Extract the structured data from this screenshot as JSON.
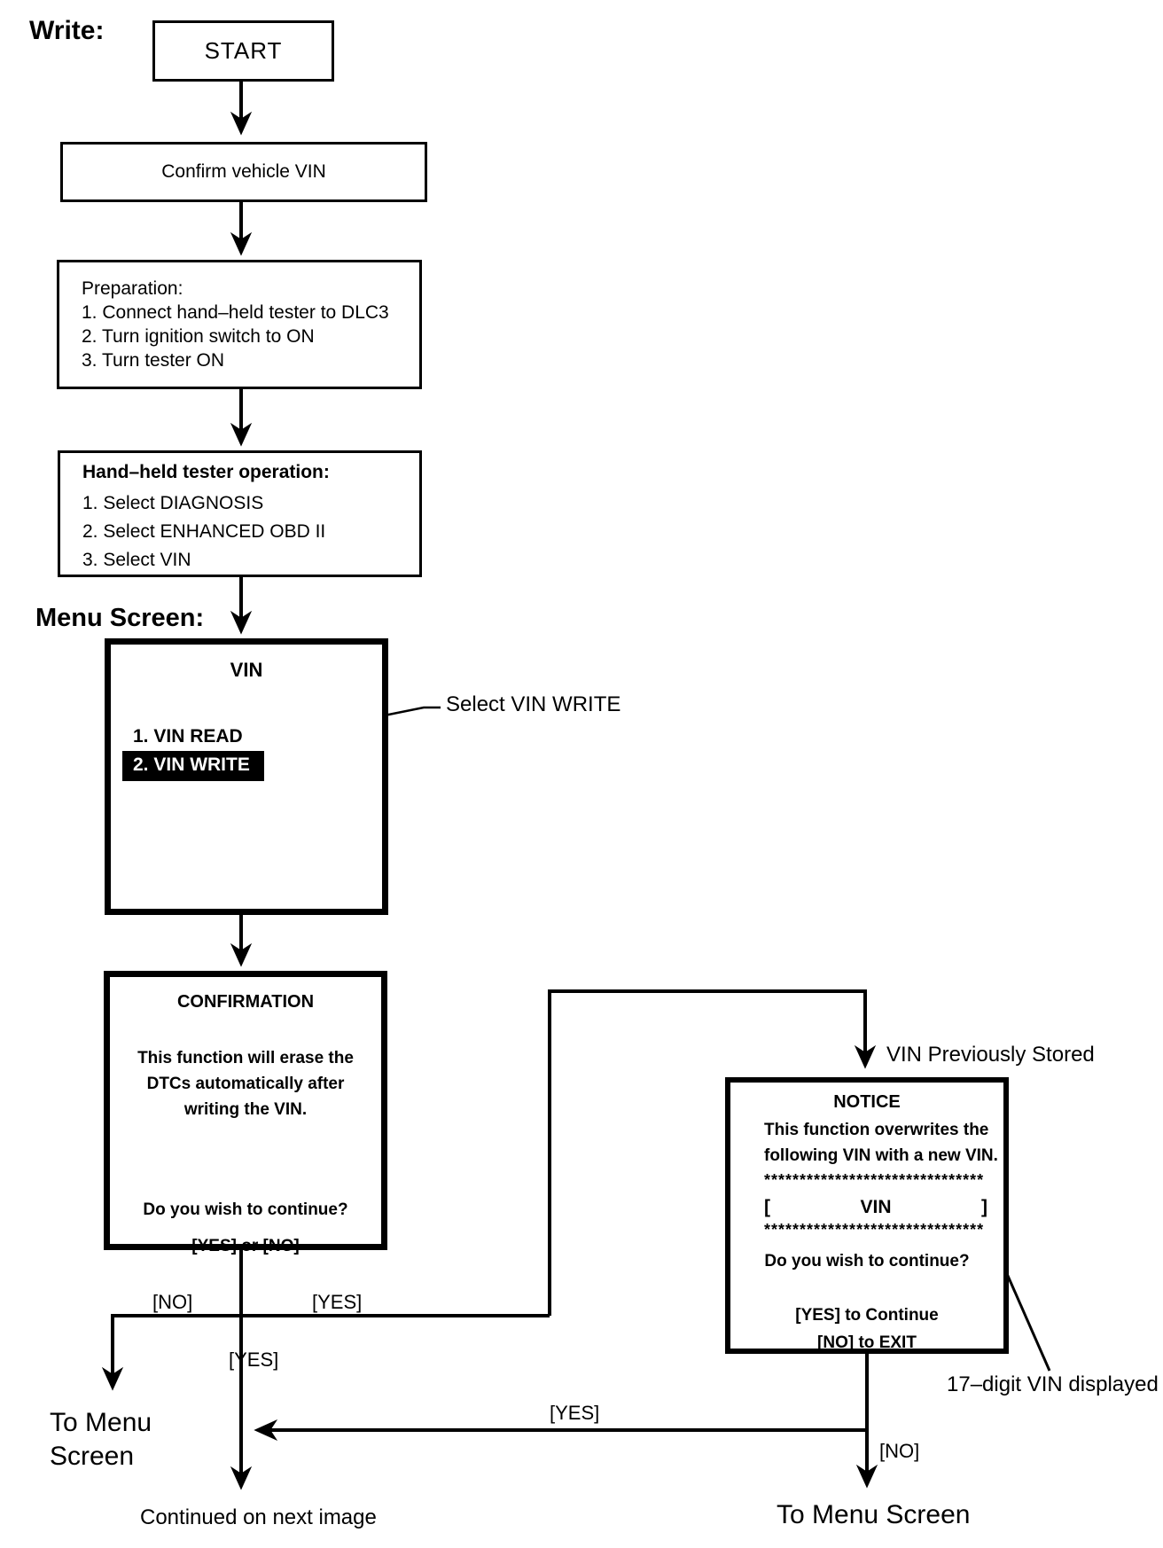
{
  "page": {
    "write_label": "Write:",
    "menu_screen_label": "Menu Screen:"
  },
  "boxes": {
    "start": {
      "label": "START"
    },
    "confirm_vin": {
      "label": "Confirm vehicle VIN"
    },
    "preparation": {
      "title": "Preparation:",
      "steps": [
        "1. Connect hand–held tester to DLC3",
        "2. Turn ignition switch to ON",
        "3. Turn tester ON"
      ]
    },
    "tester_operation": {
      "title": "Hand–held tester operation:",
      "steps": [
        "1. Select DIAGNOSIS",
        "2. Select ENHANCED OBD II",
        "3. Select VIN"
      ]
    },
    "vin_menu": {
      "title": "VIN",
      "item_read": "1. VIN READ",
      "item_write": "2. VIN WRITE"
    },
    "confirmation": {
      "title": "CONFIRMATION",
      "body_line1": "This function will erase the",
      "body_line2": "DTCs automatically after",
      "body_line3": "writing the VIN.",
      "question": "Do you wish to continue?",
      "options": "[YES] or [NO]"
    },
    "notice": {
      "title": "NOTICE",
      "body_line1": "This function overwrites the",
      "body_line2": "following VIN with a new VIN.",
      "asterisk_row": "*******************************",
      "vin_open": "[",
      "vin_label": "VIN",
      "vin_close": "]",
      "question": "Do you wish to continue?",
      "yes_line": "[YES] to Continue",
      "no_line": "[NO] to EXIT"
    }
  },
  "annotations": {
    "select_vin_write": "Select VIN WRITE",
    "vin_previously_stored": "VIN Previously Stored",
    "vin_digits": "17–digit VIN displayed"
  },
  "edge_labels": {
    "no1": "[NO]",
    "yes1": "[YES]",
    "yes2": "[YES]",
    "yes3": "[YES]",
    "no2": "[NO]"
  },
  "terminals": {
    "to_menu_left_line1": "To Menu",
    "to_menu_left_line2": "Screen",
    "continued": "Continued on next image",
    "to_menu_right": "To Menu Screen"
  },
  "colors": {
    "ink": "#000000",
    "paper": "#ffffff",
    "highlight_bg": "#000000",
    "highlight_text": "#ffffff"
  }
}
